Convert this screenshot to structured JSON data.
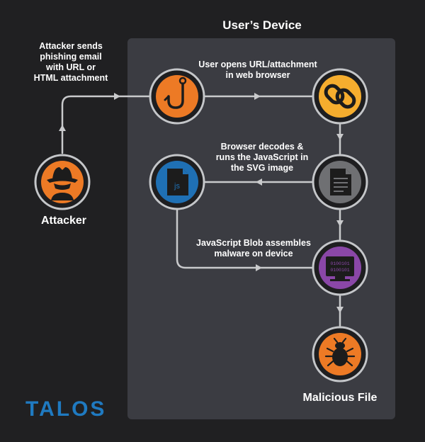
{
  "device": {
    "title": "User’s Device"
  },
  "labels": {
    "attacker_action": [
      "Attacker sends",
      "phishing email",
      "with URL or",
      "HTML attachment"
    ],
    "user_opens": [
      "User opens URL/attachment",
      "in web browser"
    ],
    "browser_decodes": [
      "Browser decodes &",
      "runs the JavaScript in",
      "the SVG image"
    ],
    "blob": [
      "JavaScript Blob assembles",
      "malware on device"
    ],
    "attacker": "Attacker",
    "malicious_file": "Malicious File"
  },
  "logo": {
    "text": "TALOS"
  },
  "colors": {
    "background": "#202022",
    "device_box": "#3b3c42",
    "connector": "#c9cacc",
    "node_ring": "#c4c6c9",
    "orange": "#ed7a25",
    "yellow": "#f5ad2e",
    "gray": "#6f7073",
    "blue": "#1f70b4",
    "purple": "#8a47a7",
    "logo": "#1f7ac1"
  },
  "icons": {
    "attacker": "spy-hat-icon",
    "phishing": "fishing-hook-icon",
    "link": "chain-link-icon",
    "document": "document-icon",
    "javascript": "js-file-icon",
    "computer": "binary-monitor-icon",
    "malware": "bug-icon"
  },
  "icon_text": {
    "js": "js",
    "binary_line1": "0100101",
    "binary_line2": "0100101"
  }
}
